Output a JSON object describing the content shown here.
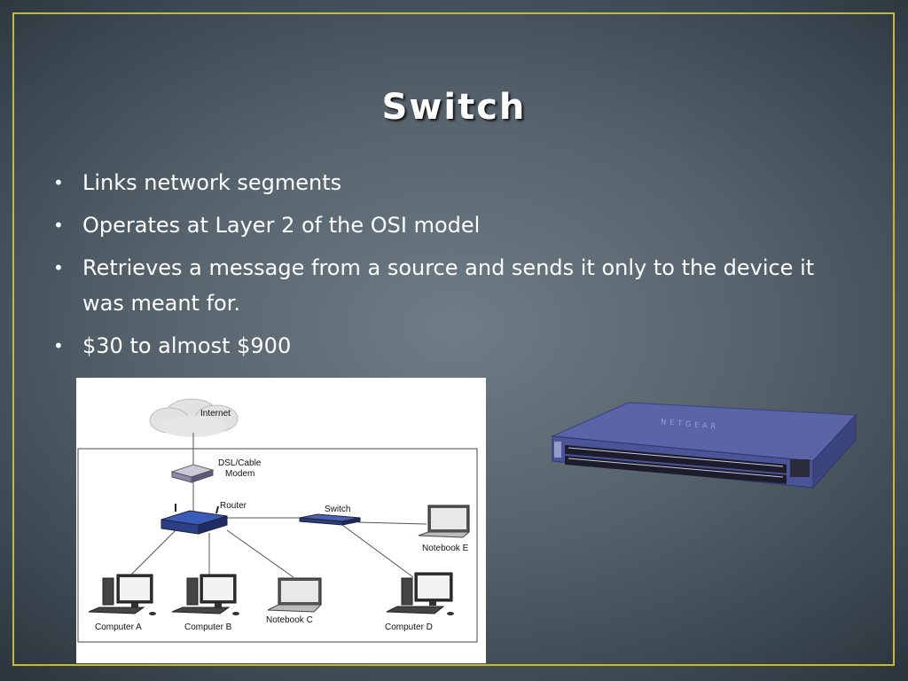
{
  "slide": {
    "title": "Switch",
    "bullets": [
      "Links network segments",
      "Operates at Layer 2 of the OSI model",
      "Retrieves a message from a source and sends it only to the device it was meant for.",
      "$30 to almost $900"
    ]
  },
  "diagram": {
    "labels": {
      "internet": "Internet",
      "modem_line1": "DSL/Cable",
      "modem_line2": "Modem",
      "router": "Router",
      "switch": "Switch",
      "notebook_e": "Notebook E",
      "computer_a": "Computer A",
      "computer_b": "Computer B",
      "notebook_c": "Notebook C",
      "computer_d": "Computer D"
    }
  },
  "photo": {
    "brand_text": "NETGEAR"
  },
  "colors": {
    "frame_border": "#c9b92e",
    "text": "#ffffff",
    "switch_body": "#5560a0"
  }
}
